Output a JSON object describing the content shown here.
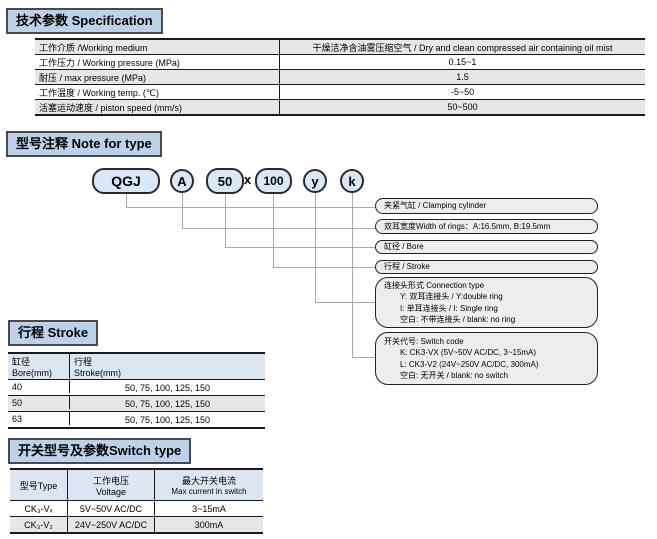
{
  "colors": {
    "section_header_bg": "#bcd2ea",
    "bubble_bg": "#d9e8f8",
    "callout_bg": "#ededed",
    "table_header_bg": "#dce6f1",
    "row_shade": "#e7e7e7",
    "connector_line": "#a8a8a8"
  },
  "sections": {
    "specification": {
      "title": "技术参数 Specification",
      "rows": [
        {
          "label": "工作介质 /Working medium",
          "value": "干燥洁净含油雾压缩空气 / Dry and clean compressed air containing oil mist"
        },
        {
          "label": "工作压力 / Working pressure (MPa)",
          "value": "0.15~1"
        },
        {
          "label": "耐压 / max pressure (MPa)",
          "value": "1.5"
        },
        {
          "label": "工作温度 / Working temp. (℃)",
          "value": "-5~50"
        },
        {
          "label": "活塞运动速度 / piston speed (mm/s)",
          "value": "50~500"
        }
      ]
    },
    "note_for_type": {
      "title": "型号注释 Note for type",
      "model": {
        "series": "QGJ",
        "ring_width": "A",
        "bore": "50",
        "separator": "x",
        "stroke": "100",
        "connection": "y",
        "switch": "k"
      },
      "callouts": [
        {
          "lines": [
            "夹紧气缸 / Clamping cylinder"
          ]
        },
        {
          "lines": [
            "双耳宽度Width of rings：A:16.5mm, B:19.5mm"
          ]
        },
        {
          "lines": [
            "缸径 / Bore"
          ]
        },
        {
          "lines": [
            "行程 / Stroke"
          ]
        },
        {
          "lines": [
            "连接头形式 Connection type",
            "Y: 双耳连接头 / Y:double ring",
            "I: 单耳连接头 / I: Single ring",
            "空白: 不带连接头 / blank: no ring"
          ]
        },
        {
          "lines": [
            "开关代号: Switch code",
            "K: CK3-VX (5V~50V AC/DC, 3~15mA)",
            "L: CK3-V2 (24V~250V AC/DC, 300mA)",
            "空白: 无开关 / blank: no switch"
          ]
        }
      ]
    },
    "stroke": {
      "title": "行程 Stroke",
      "headers": {
        "bore_l1": "缸径",
        "bore_l2": "Bore(mm)",
        "stroke_l1": "行程",
        "stroke_l2": "Stroke(mm)"
      },
      "rows": [
        {
          "bore": "40",
          "stroke": "50, 75, 100, 125, 150"
        },
        {
          "bore": "50",
          "stroke": "50, 75, 100, 125, 150"
        },
        {
          "bore": "63",
          "stroke": "50, 75, 100, 125, 150"
        }
      ]
    },
    "switch_type": {
      "title": "开关型号及参数Switch type",
      "headers": {
        "type": "型号Type",
        "voltage_l1": "工作电压",
        "voltage_l2": "Voltage",
        "current_l1": "最大开关电流",
        "current_l2": "Max current in switch"
      },
      "rows": [
        {
          "type": "CK₃-Vₓ",
          "voltage": "5V~50V AC/DC",
          "current": "3~15mA"
        },
        {
          "type": "CK₃-V₂",
          "voltage": "24V~250V AC/DC",
          "current": "300mA"
        }
      ]
    }
  }
}
